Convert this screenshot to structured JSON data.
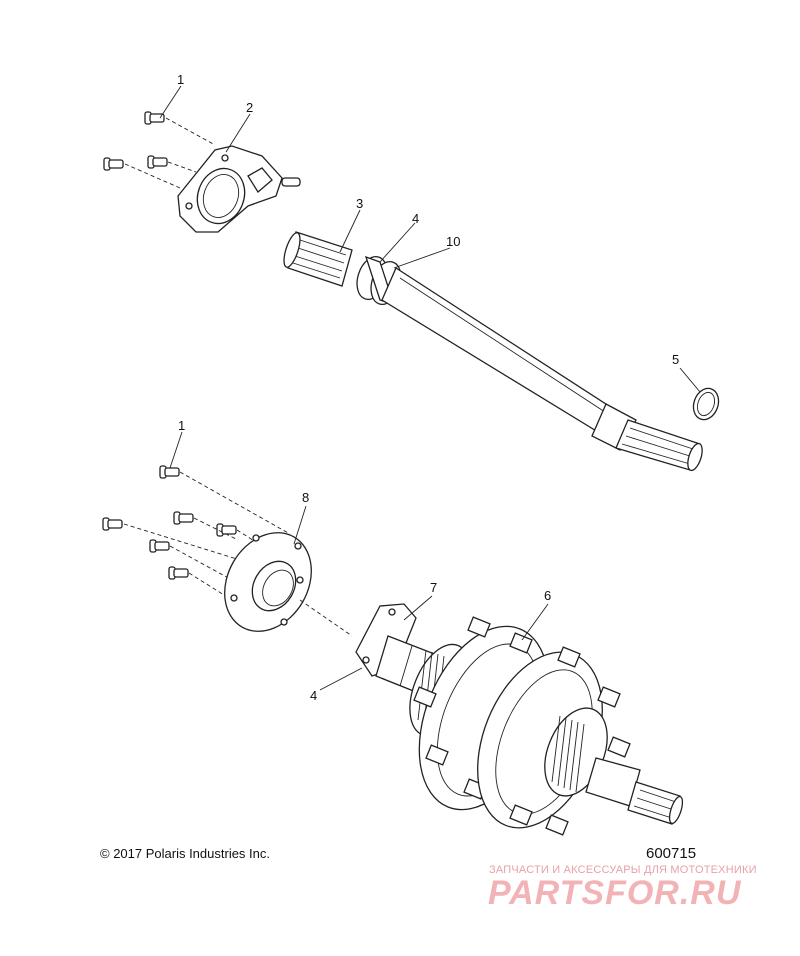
{
  "diagram": {
    "callouts": {
      "c1_top": "1",
      "c2": "2",
      "c3": "3",
      "c4_top": "4",
      "c10": "10",
      "c5": "5",
      "c1_mid": "1",
      "c8": "8",
      "c7": "7",
      "c6": "6",
      "c4_bottom": "4"
    }
  },
  "footer": {
    "copyright": "© 2017 Polaris Industries Inc.",
    "diagram_id": "600715"
  },
  "watermark": {
    "subtitle": "ЗАПЧАСТИ И АКСЕССУАРЫ ДЛЯ МОТОТЕХНИКИ",
    "brand": "PARTSFOR.RU"
  }
}
